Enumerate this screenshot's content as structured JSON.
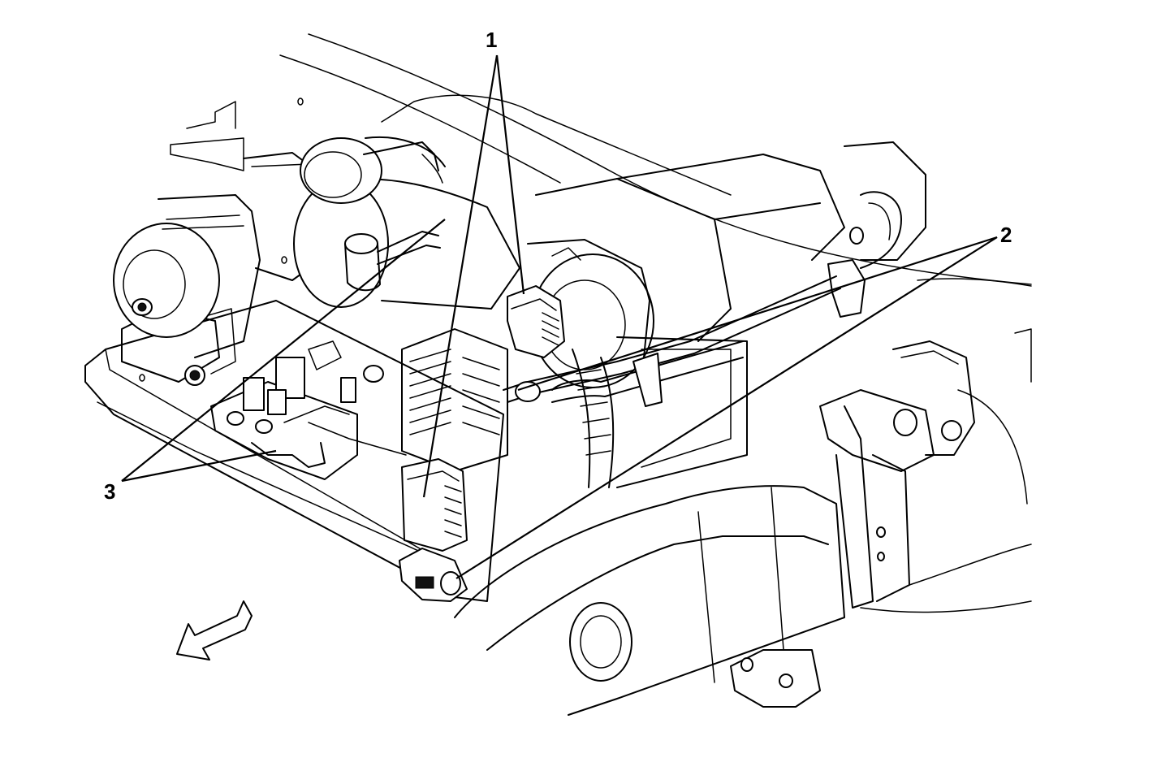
{
  "callouts": [
    {
      "id": "1",
      "label": "1"
    },
    {
      "id": "2",
      "label": "2"
    },
    {
      "id": "3",
      "label": "3"
    }
  ],
  "direction_arrow": {
    "icon": "front-direction-arrow-icon"
  },
  "colors": {
    "line": "#000000",
    "background": "#ffffff"
  }
}
